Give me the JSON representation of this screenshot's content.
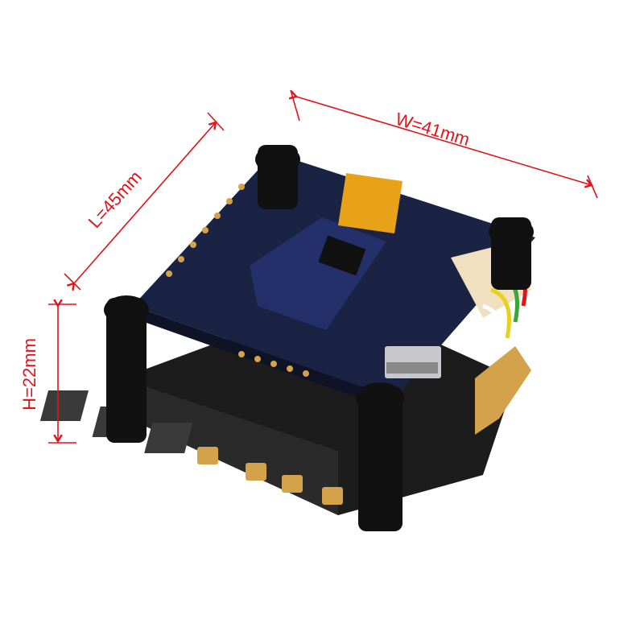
{
  "dimensions": {
    "width_label": "W=41mm",
    "length_label": "L=45mm",
    "height_label": "H=22mm"
  },
  "colors": {
    "annotation": "#e0141b",
    "pcb": "#1b2344",
    "esc_pcb": "#1a1a1a",
    "pads": "#d4a24a",
    "flex_cable": "#e8a21a",
    "standoff": "#111111"
  }
}
